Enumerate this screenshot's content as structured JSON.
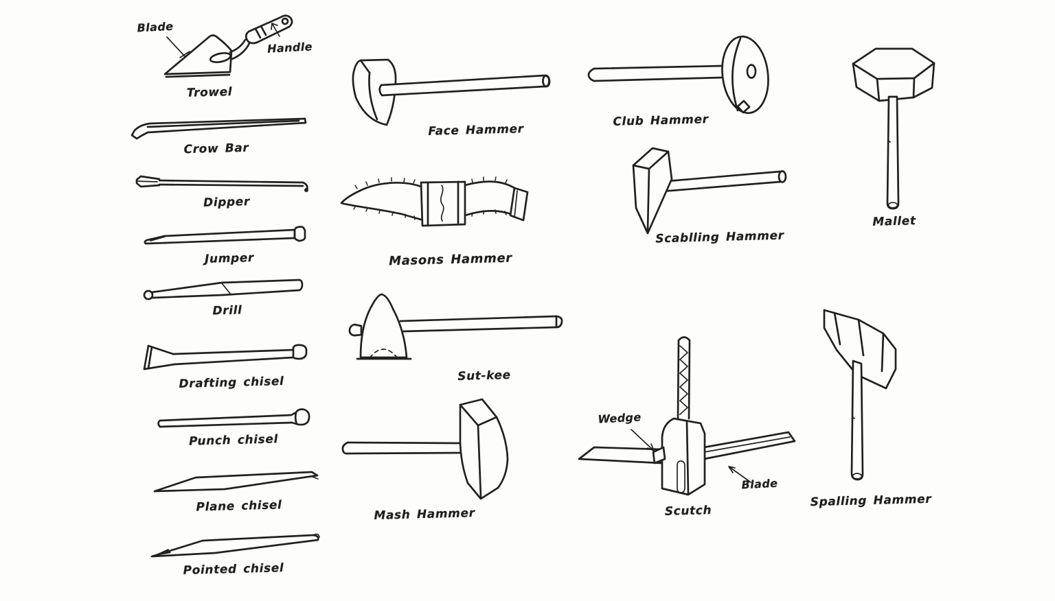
{
  "colors": {
    "paper": "#fdfdfb",
    "ink": "#212121"
  },
  "tools": {
    "trowel": {
      "label": "Trowel",
      "callouts": {
        "blade": "Blade",
        "handle": "Handle"
      }
    },
    "crow_bar": {
      "label": "Crow Bar"
    },
    "dipper": {
      "label": "Dipper"
    },
    "jumper": {
      "label": "Jumper"
    },
    "drill": {
      "label": "Drill"
    },
    "drafting_chisel": {
      "label": "Drafting chisel"
    },
    "punch_chisel": {
      "label": "Punch chisel"
    },
    "plane_chisel": {
      "label": "Plane chisel"
    },
    "pointed_chisel": {
      "label": "Pointed chisel"
    },
    "face_hammer": {
      "label": "Face Hammer"
    },
    "masons_hammer": {
      "label": "Masons Hammer"
    },
    "sut_kee": {
      "label": "Sut-kee"
    },
    "mash_hammer": {
      "label": "Mash Hammer"
    },
    "club_hammer": {
      "label": "Club Hammer"
    },
    "scabbling_hammer": {
      "label": "Scablling Hammer"
    },
    "scutch": {
      "label": "Scutch",
      "callouts": {
        "wedge": "Wedge",
        "blade": "Blade"
      }
    },
    "mallet": {
      "label": "Mallet"
    },
    "spalling_hammer": {
      "label": "Spalling Hammer"
    }
  }
}
